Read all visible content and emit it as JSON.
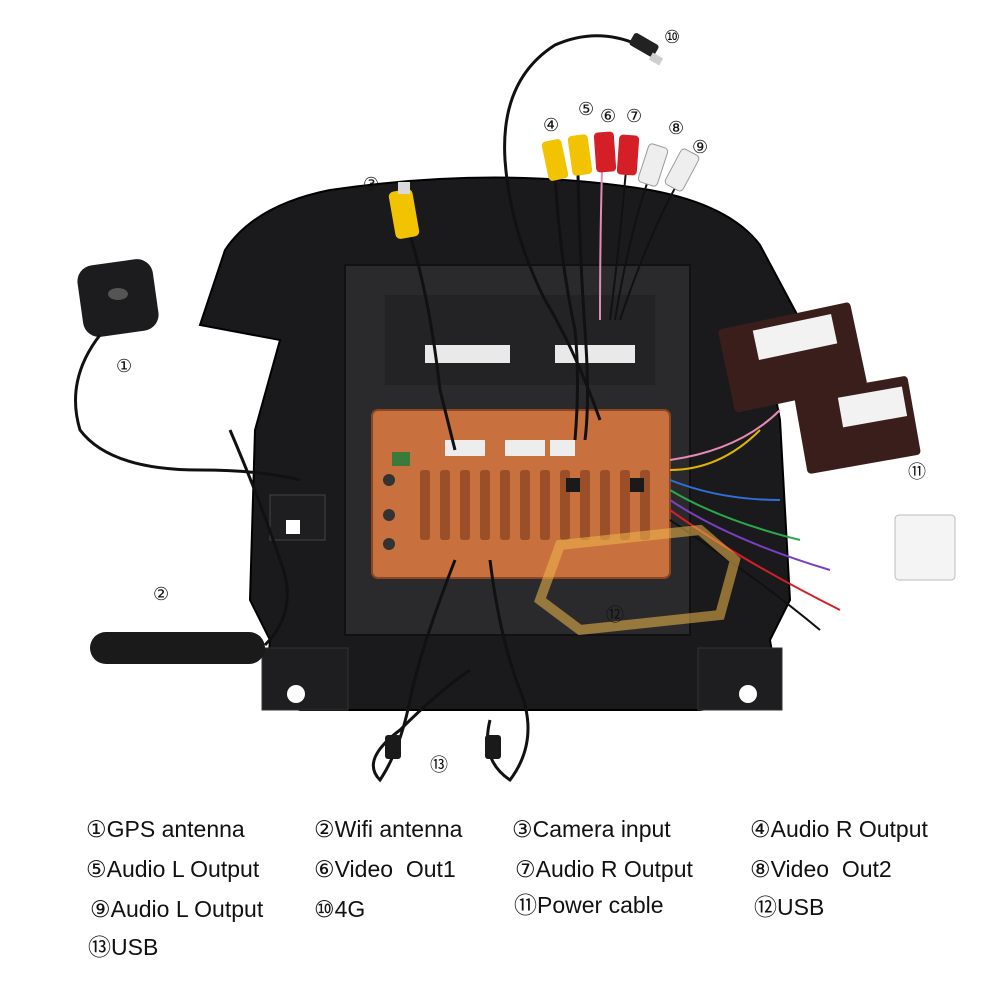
{
  "colors": {
    "background": "#ffffff",
    "frame": "#1a1a1c",
    "board": "#c8703e",
    "yellow_rca": "#f2c300",
    "red_rca": "#d51f26",
    "white_rca": "#eeeeee",
    "cable": "#111111",
    "pink_wire": "#e58ab6",
    "watermark": "#f0b84a"
  },
  "callouts": {
    "c1": "①",
    "c2": "②",
    "c3": "③",
    "c4": "④",
    "c5": "⑤",
    "c6": "⑥",
    "c7": "⑦",
    "c8": "⑧",
    "c9": "⑨",
    "c10": "⑩",
    "c11": "⑪",
    "c12": "⑫",
    "c13": "⑬"
  },
  "legend": [
    {
      "mark": "①",
      "label": "GPS antenna"
    },
    {
      "mark": "②",
      "label": "Wifi antenna"
    },
    {
      "mark": "③",
      "label": "Camera input"
    },
    {
      "mark": "④",
      "label": "Audio R Output"
    },
    {
      "mark": "⑤",
      "label": "Audio L Output"
    },
    {
      "mark": "⑥",
      "label": "Video  Out1"
    },
    {
      "mark": "⑦",
      "label": "Audio R Output"
    },
    {
      "mark": "⑧",
      "label": "Video  Out2"
    },
    {
      "mark": "⑨",
      "label": "Audio L Output"
    },
    {
      "mark": "⑩",
      "label": "4G"
    },
    {
      "mark": "⑪",
      "label": "Power cable"
    },
    {
      "mark": "⑫",
      "label": "USB"
    },
    {
      "mark": "⑬",
      "label": "USB"
    }
  ]
}
